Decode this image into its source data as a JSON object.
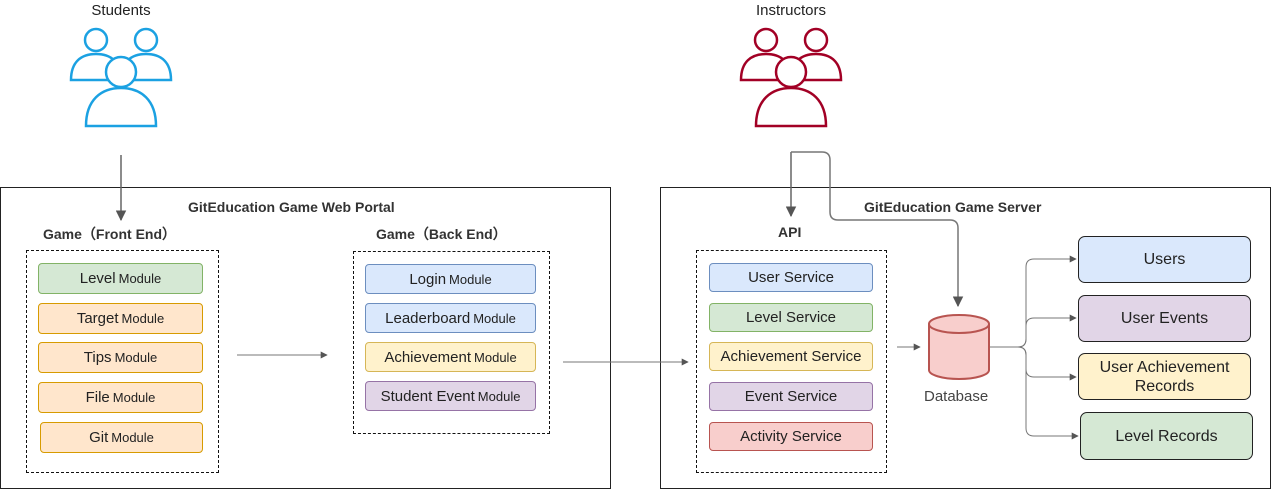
{
  "actors": {
    "students": {
      "label": "Students",
      "color": "#1ba1e2",
      "icon": "users-group-icon"
    },
    "instructors": {
      "label": "Instructors",
      "color": "#a20025",
      "icon": "users-group-icon"
    }
  },
  "web_portal": {
    "title": "GitEducation Game Web Portal",
    "front_end": {
      "title": "Game（Front End）",
      "modules": [
        {
          "name": "Level",
          "suffix": "Module",
          "color": "green"
        },
        {
          "name": "Target",
          "suffix": "Module",
          "color": "orange"
        },
        {
          "name": "Tips",
          "suffix": "Module",
          "color": "orange"
        },
        {
          "name": "File",
          "suffix": "Module",
          "color": "orange"
        },
        {
          "name": "Git",
          "suffix": "Module",
          "color": "orange"
        }
      ]
    },
    "back_end": {
      "title": "Game（Back End）",
      "modules": [
        {
          "name": "Login",
          "suffix": "Module",
          "color": "blue"
        },
        {
          "name": "Leaderboard",
          "suffix": "Module",
          "color": "blue"
        },
        {
          "name": "Achievement",
          "suffix": "Module",
          "color": "yellow"
        },
        {
          "name": "Student Event",
          "suffix": "Module",
          "color": "purple"
        }
      ]
    }
  },
  "game_server": {
    "title": "GitEducation Game Server",
    "api": {
      "title": "API",
      "services": [
        {
          "name": "User Service",
          "color": "blue"
        },
        {
          "name": "Level Service",
          "color": "green"
        },
        {
          "name": "Achievement Service",
          "color": "yellow"
        },
        {
          "name": "Event Service",
          "color": "purple"
        },
        {
          "name": "Activity Service",
          "color": "red"
        }
      ]
    },
    "database": {
      "label": "Database",
      "icon": "database-icon"
    },
    "records": [
      {
        "name": "Users",
        "color": "blue"
      },
      {
        "name": "User Events",
        "color": "purple"
      },
      {
        "name": "User Achievement Records",
        "color": "yellow"
      },
      {
        "name": "Level Records",
        "color": "green"
      }
    ]
  }
}
